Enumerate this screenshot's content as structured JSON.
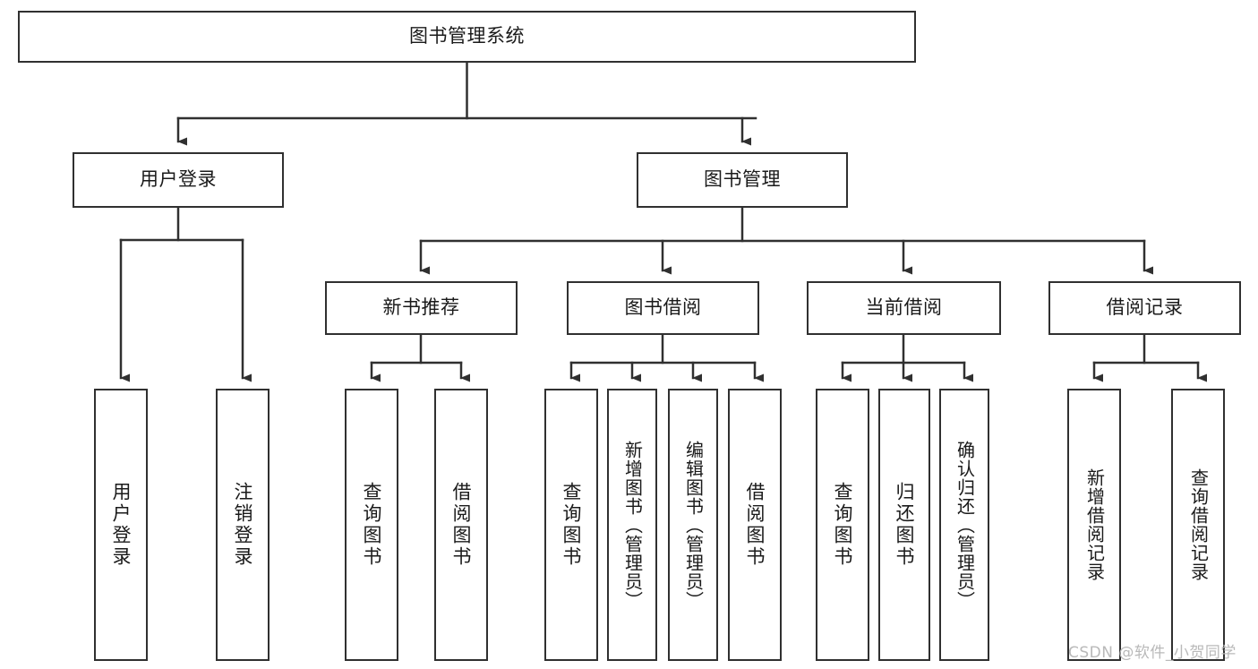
{
  "diagram": {
    "title": "图书管理系统",
    "type": "tree-hierarchy-diagram",
    "colors": {
      "box_border": "#303030",
      "box_fill": "#ffffff",
      "connector": "#303030",
      "text": "#1a1a1a",
      "watermark": "#b9b9b9",
      "background": "#ffffff"
    },
    "root": {
      "label": "图书管理系统"
    },
    "level2": [
      {
        "label": "用户登录"
      },
      {
        "label": "图书管理"
      }
    ],
    "level3": [
      {
        "label": "新书推荐"
      },
      {
        "label": "图书借阅"
      },
      {
        "label": "当前借阅"
      },
      {
        "label": "借阅记录"
      }
    ],
    "leaves": {
      "user_login": [
        {
          "label": "用户登录"
        },
        {
          "label": "注销登录"
        }
      ],
      "new_book_recommend": [
        {
          "label": "查询图书"
        },
        {
          "label": "借阅图书"
        }
      ],
      "book_borrow": [
        {
          "label": "查询图书"
        },
        {
          "label": "新增图书（管理员）"
        },
        {
          "label": "编辑图书（管理员）"
        },
        {
          "label": "借阅图书"
        }
      ],
      "current_borrow": [
        {
          "label": "查询图书"
        },
        {
          "label": "归还图书"
        },
        {
          "label": "确认归还（管理员）"
        }
      ],
      "borrow_record": [
        {
          "label": "新增借阅记录"
        },
        {
          "label": "查询借阅记录"
        }
      ]
    },
    "watermark": "CSDN @软件_小贺同学"
  }
}
